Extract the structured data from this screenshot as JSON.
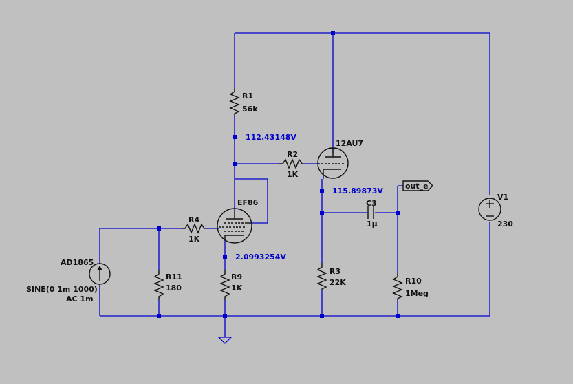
{
  "components": {
    "r1": {
      "name": "R1",
      "value": "56k"
    },
    "r2": {
      "name": "R2",
      "value": "1K"
    },
    "r3": {
      "name": "R3",
      "value": "22K"
    },
    "r4": {
      "name": "R4",
      "value": "1K"
    },
    "r9": {
      "name": "R9",
      "value": "1K"
    },
    "r10": {
      "name": "R10",
      "value": "1Meg"
    },
    "r11": {
      "name": "R11",
      "value": "180"
    },
    "c3": {
      "name": "C3",
      "value": "1µ"
    },
    "v1": {
      "name": "V1",
      "value": "230"
    },
    "tube1": {
      "name": "EF86"
    },
    "tube2": {
      "name": "12AU7"
    },
    "source": {
      "name": "AD1865",
      "line1": "SINE(0 1m 1000)",
      "line2": "AC 1m"
    }
  },
  "voltages": {
    "plate_ef86": "112.43148V",
    "cathode_ef86": "2.0993254V",
    "cathode_12au7": "115.89873V"
  },
  "net_labels": {
    "output": "out_e"
  }
}
